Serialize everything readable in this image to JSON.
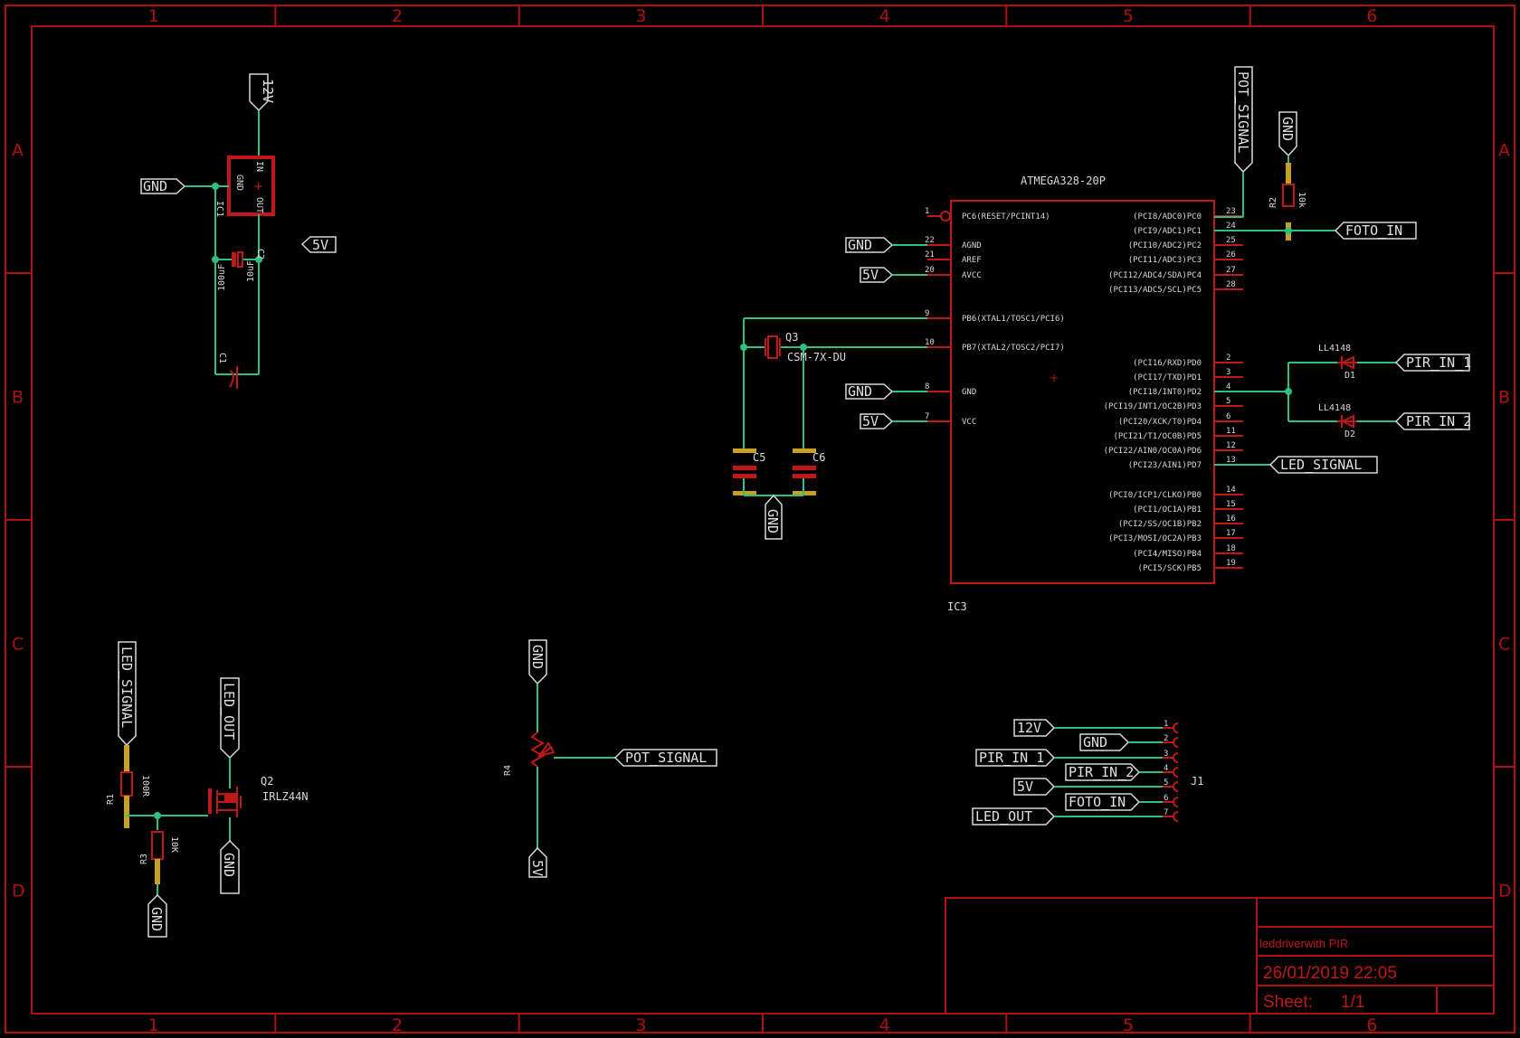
{
  "frame": {
    "cols": [
      "1",
      "2",
      "3",
      "4",
      "5",
      "6"
    ],
    "rows": [
      "A",
      "B",
      "C",
      "D"
    ]
  },
  "title_block": {
    "title": "leddriverwith PIR",
    "date": "26/01/2019 22:05",
    "sheet_label": "Sheet:",
    "sheet_value": "1/1"
  },
  "regulator": {
    "name": "IC1",
    "cap1_label": "100uF",
    "cap2_label": "10uF",
    "cap1_name": "C1",
    "cap2_name": "C2",
    "pin_gnd": "GND",
    "pin_in": "IN",
    "pin_out": "OUT",
    "tag_in": "12V",
    "tag_gnd": "GND",
    "tag_out": "5V"
  },
  "mcu": {
    "name": "IC3",
    "part": "ATMEGA328-20P",
    "left_pins": [
      {
        "num": "1",
        "name": "PC6(RESET/PCINT14)"
      },
      {
        "num": "22",
        "name": "AGND"
      },
      {
        "num": "21",
        "name": "AREF"
      },
      {
        "num": "20",
        "name": "AVCC"
      },
      {
        "num": "9",
        "name": "PB6(XTAL1/TOSC1/PCI6)"
      },
      {
        "num": "10",
        "name": "PB7(XTAL2/TOSC2/PCI7)"
      },
      {
        "num": "8",
        "name": "GND"
      },
      {
        "num": "7",
        "name": "VCC"
      }
    ],
    "right_pins": [
      {
        "num": "23",
        "name": "(PCI8/ADC0)PC0"
      },
      {
        "num": "24",
        "name": "(PCI9/ADC1)PC1"
      },
      {
        "num": "25",
        "name": "(PCI10/ADC2)PC2"
      },
      {
        "num": "26",
        "name": "(PCI11/ADC3)PC3"
      },
      {
        "num": "27",
        "name": "(PCI12/ADC4/SDA)PC4"
      },
      {
        "num": "28",
        "name": "(PCI13/ADC5/SCL)PC5"
      },
      {
        "num": "2",
        "name": "(PCI16/RXD)PD0"
      },
      {
        "num": "3",
        "name": "(PCI17/TXD)PD1"
      },
      {
        "num": "4",
        "name": "(PCI18/INT0)PD2"
      },
      {
        "num": "5",
        "name": "(PCI19/INT1/OC2B)PD3"
      },
      {
        "num": "6",
        "name": "(PCI20/XCK/T0)PD4"
      },
      {
        "num": "11",
        "name": "(PCI21/T1/OC0B)PD5"
      },
      {
        "num": "12",
        "name": "(PCI22/AIN0/OC0A)PD6"
      },
      {
        "num": "13",
        "name": "(PCI23/AIN1)PD7"
      },
      {
        "num": "14",
        "name": "(PCI0/ICP1/CLKO)PB0"
      },
      {
        "num": "15",
        "name": "(PCI1/OC1A)PB1"
      },
      {
        "num": "16",
        "name": "(PCI2/SS/OC1B)PB2"
      },
      {
        "num": "17",
        "name": "(PCI3/MOSI/OC2A)PB3"
      },
      {
        "num": "18",
        "name": "(PCI4/MISO)PB4"
      },
      {
        "num": "19",
        "name": "(PCI5/SCK)PB5"
      }
    ],
    "tag_gnd1": "GND",
    "tag_5v1": "5V",
    "tag_gnd2": "GND",
    "tag_5v2": "5V",
    "crystal_name": "Q3",
    "crystal_part": "CSM-7X-DU",
    "cap5": "C5",
    "cap6": "C6",
    "tag_crystal_gnd": "GND",
    "tag_pot_signal": "POT_SIGNAL",
    "tag_top_gnd": "GND",
    "r_name": "R2",
    "r_value": "10k",
    "tag_foto": "FOTO_IN",
    "d1_part": "LL4148",
    "d1_name": "D1",
    "d2_part": "LL4148",
    "d2_name": "D2",
    "tag_pir1": "PIR_IN_1",
    "tag_pir2": "PIR_IN_2",
    "tag_led": "LED_SIGNAL"
  },
  "driver": {
    "tag_led_signal": "LED_SIGNAL",
    "tag_led_out": "LED_OUT",
    "tag_gnd_bottom": "GND",
    "tag_gnd_fet": "GND",
    "r1_name": "R1",
    "r1_value": "100R",
    "r3_name": "R3",
    "r3_value": "10K",
    "fet_name": "Q2",
    "fet_part": "IRLZ44N"
  },
  "pot": {
    "name": "R4",
    "tag_gnd": "GND",
    "tag_5v": "5V",
    "tag_signal": "POT_SIGNAL"
  },
  "connector": {
    "name": "J1",
    "tags": [
      "12V",
      "GND",
      "PIR_IN_1",
      "PIR_IN_2",
      "5V",
      "FOTO_IN",
      "LED_OUT"
    ],
    "pins": [
      "1",
      "2",
      "3",
      "4",
      "5",
      "6",
      "7"
    ]
  }
}
